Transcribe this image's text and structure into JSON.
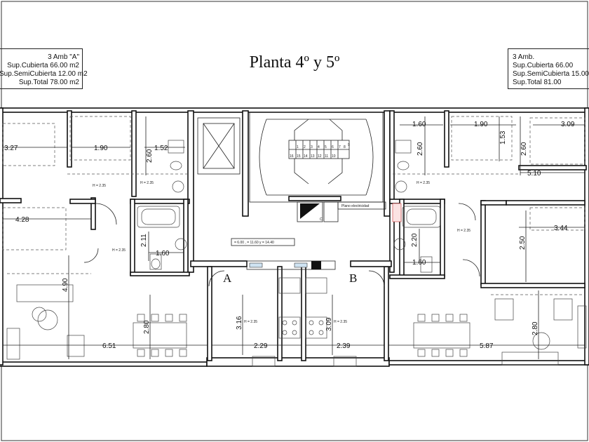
{
  "title": "Planta 4º y 5º",
  "info_left": {
    "line1": "3 Amb \"A\"",
    "line2": "Sup.Cubierta 66.00 m2",
    "line3": "Sup.SemiCubierta 12.00 m2",
    "line4": "Sup.Total  78.00 m2"
  },
  "info_right": {
    "line1": "3 Amb.",
    "line2": "Sup.Cubierta 66.00",
    "line3": "Sup.SemiCubierta 15.00",
    "line4": "Sup.Total  81.00"
  },
  "units": {
    "a": "A",
    "b": "B"
  },
  "dimensions": {
    "d327": "3.27",
    "d190a": "1.90",
    "d260a": "2.60",
    "d152": "1.52",
    "d160a": "1.60",
    "d190b": "1.90",
    "d309a": "3.09",
    "d153": "1.53",
    "d260b": "2.60",
    "d510": "5.10",
    "d428": "4.28",
    "d211": "2.11",
    "d160b": "1.60",
    "d490": "4.90",
    "d220": "2.20",
    "d160c": "1.60",
    "d344": "3.44",
    "d250": "2.50",
    "d280a": "2.80",
    "d316": "3.16",
    "d309b": "3.09",
    "d280b": "2.80",
    "d651": "6.51",
    "d229": "2.29",
    "d239": "2.39",
    "d587": "5.87"
  },
  "heights": {
    "h": "H = 2.35"
  },
  "labels": {
    "plano": "Plano electricidad",
    "hall": "= 6.00 , = 11.60 y = 14.40",
    "c": "C"
  },
  "stairs": [
    "1",
    "2",
    "3",
    "4",
    "5",
    "6",
    "7",
    "8",
    "9",
    "16",
    "15",
    "14",
    "13",
    "12",
    "11",
    "10"
  ]
}
